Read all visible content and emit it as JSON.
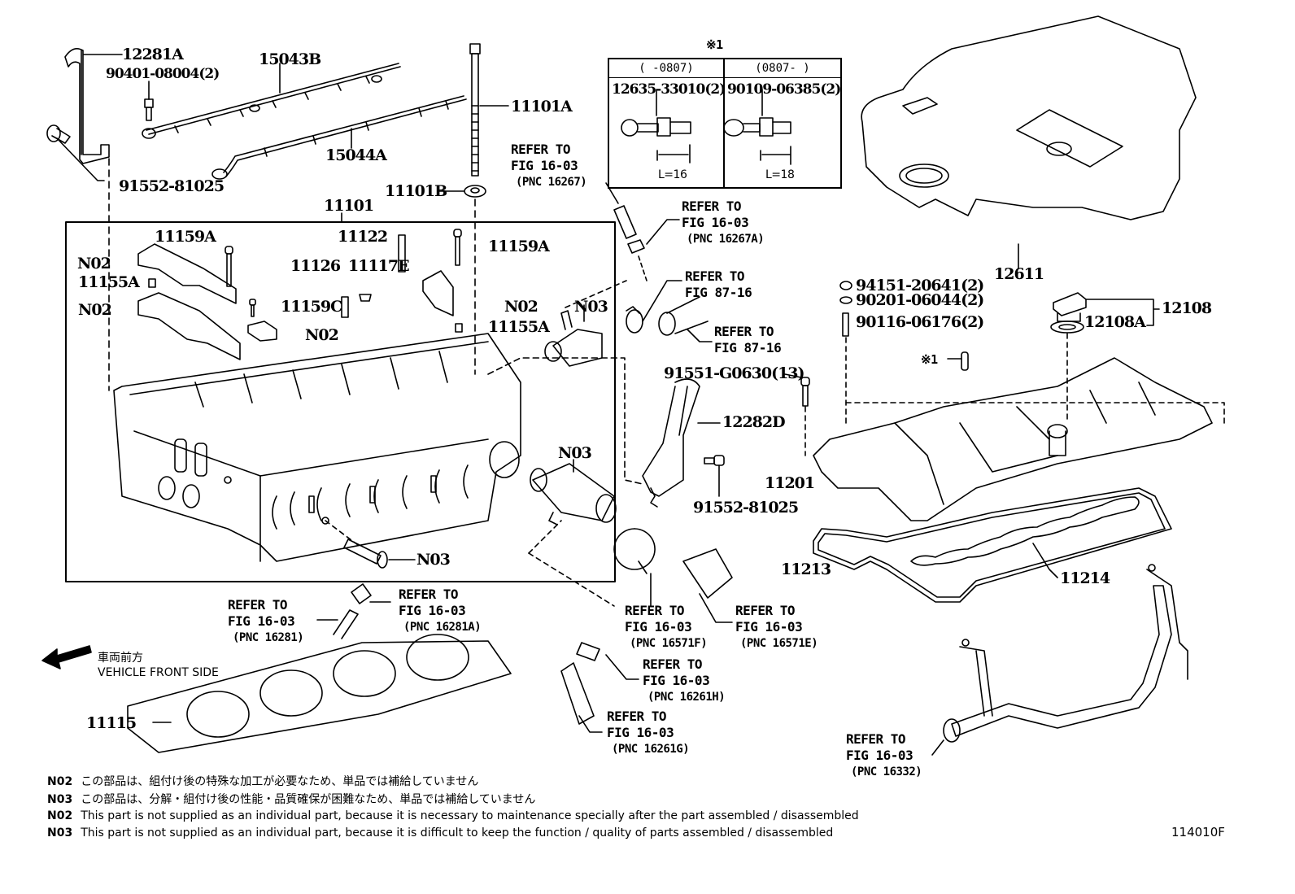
{
  "figure": {
    "figure_code": "114010F",
    "subject": "Cylinder head / head cover parts diagram"
  },
  "callouts": {
    "p12281A": "12281A",
    "p90401": "90401-08004(2)",
    "p15043B": "15043B",
    "p15044A": "15044A",
    "p11101A": "11101A",
    "p11101B": "11101B",
    "p91552a": "91552-81025",
    "p11101": "11101",
    "p11159A_1": "11159A",
    "p11159A_2": "11159A",
    "p11122": "11122",
    "p11126": "11126",
    "p11117E": "11117E",
    "p11155A_1": "11155A",
    "p11155A_2": "11155A",
    "p11159C": "11159C",
    "n02_1": "N02",
    "n02_2": "N02",
    "n02_3": "N02",
    "n02_4": "N02",
    "n03_1": "N03",
    "n03_2": "N03",
    "n03_3": "N03",
    "p91551": "91551-G0630(13)",
    "p12282D": "12282D",
    "p91552b": "91552-81025",
    "p12611": "12611",
    "p94151": "94151-20641(2)",
    "p90201": "90201-06044(2)",
    "p90116": "90116-06176(2)",
    "p12108": "12108",
    "p12108A": "12108A",
    "note1_mark": "※1",
    "p11201": "11201",
    "p11213": "11213",
    "p11214": "11214",
    "p11115": "11115"
  },
  "variant_table": {
    "marker": "※1",
    "columns": [
      {
        "range": "(      -0807)",
        "part": "12635-33010(2)",
        "length": "L=16"
      },
      {
        "range": "(0807-      )",
        "part": "90109-06385(2)",
        "length": "L=18"
      }
    ]
  },
  "references": [
    {
      "id": "r16267",
      "line1": "REFER TO",
      "line2": "FIG 16-03",
      "pnc": "(PNC 16267)"
    },
    {
      "id": "r16267A",
      "line1": "REFER TO",
      "line2": "FIG 16-03",
      "pnc": "(PNC 16267A)"
    },
    {
      "id": "r8716a",
      "line1": "REFER TO",
      "line2": "FIG 87-16",
      "pnc": ""
    },
    {
      "id": "r8716b",
      "line1": "REFER TO",
      "line2": "FIG 87-16",
      "pnc": ""
    },
    {
      "id": "r16281",
      "line1": "REFER TO",
      "line2": "FIG 16-03",
      "pnc": "(PNC 16281)"
    },
    {
      "id": "r16281A",
      "line1": "REFER TO",
      "line2": "FIG 16-03",
      "pnc": "(PNC 16281A)"
    },
    {
      "id": "r16571F",
      "line1": "REFER TO",
      "line2": "FIG 16-03",
      "pnc": "(PNC 16571F)"
    },
    {
      "id": "r16571E",
      "line1": "REFER TO",
      "line2": "FIG 16-03",
      "pnc": "(PNC 16571E)"
    },
    {
      "id": "r16261H",
      "line1": "REFER TO",
      "line2": "FIG 16-03",
      "pnc": "(PNC 16261H)"
    },
    {
      "id": "r16261G",
      "line1": "REFER TO",
      "line2": "FIG 16-03",
      "pnc": "(PNC 16261G)"
    },
    {
      "id": "r16332",
      "line1": "REFER TO",
      "line2": "FIG 16-03",
      "pnc": "(PNC 16332)"
    }
  ],
  "vehicle_front": {
    "jp": "車両前方",
    "en": "VEHICLE FRONT SIDE",
    "icon": "arrow-left-icon"
  },
  "notes": [
    {
      "code": "N02",
      "text": "この部品は、組付け後の特殊な加工が必要なため、単品では補給していません"
    },
    {
      "code": "N03",
      "text": "この部品は、分解・組付け後の性能・品質確保が困難なため、単品では補給していません"
    },
    {
      "code": "N02",
      "text": "This part is not supplied as an individual part, because it is necessary to maintenance specially after the part assembled / disassembled"
    },
    {
      "code": "N03",
      "text": "This part is not supplied as an individual part, because it is difficult to keep the function / quality of parts  assembled / disassembled"
    }
  ]
}
